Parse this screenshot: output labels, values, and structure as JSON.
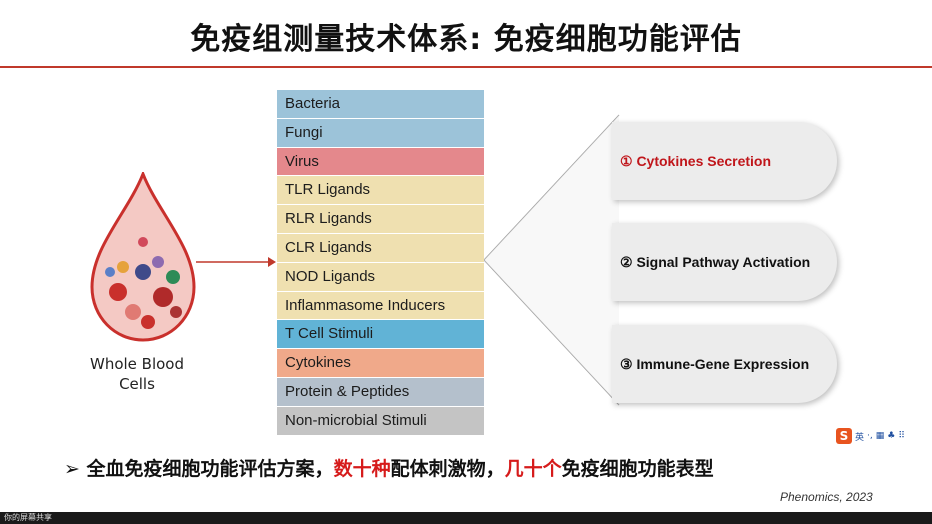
{
  "slide": {
    "title": "免疫组测量技术体系: 免疫细胞功能评估",
    "blood_label": "Whole Blood\nCells",
    "stimuli": [
      {
        "label": "Bacteria",
        "color": "#9cc3d9"
      },
      {
        "label": "Fungi",
        "color": "#9cc3d9"
      },
      {
        "label": "Virus",
        "color": "#e4888c"
      },
      {
        "label": "TLR Ligands",
        "color": "#efe0b0"
      },
      {
        "label": "RLR Ligands",
        "color": "#efe0b0"
      },
      {
        "label": "CLR Ligands",
        "color": "#efe0b0"
      },
      {
        "label": "NOD Ligands",
        "color": "#efe0b0"
      },
      {
        "label": "Inflammasome Inducers",
        "color": "#efe0b0"
      },
      {
        "label": "T Cell Stimuli",
        "color": "#61b3d6"
      },
      {
        "label": "Cytokines",
        "color": "#f0a98a"
      },
      {
        "label": "Protein & Peptides",
        "color": "#b4c0cc"
      },
      {
        "label": "Non-microbial Stimuli",
        "color": "#c4c4c4"
      }
    ],
    "outcomes": [
      {
        "label": "① Cytokines Secretion",
        "color": "#c0161b"
      },
      {
        "label": "② Signal Pathway Activation",
        "color": "#111111"
      },
      {
        "label": "③ Immune-Gene Expression",
        "color": "#111111"
      }
    ],
    "bullet": {
      "marker": "➢",
      "part1": "全血免疫细胞功能评估方案，",
      "hl1": "数十种",
      "part2": "配体刺激物，",
      "hl2": "几十个",
      "part3": "免疫细胞功能表型"
    },
    "citation": "Phenomics, 2023"
  },
  "ime": {
    "logo": "S",
    "items": [
      "英",
      "·,",
      "▦",
      "♣",
      "⠿"
    ]
  },
  "taskbar": {
    "text": "你的屏幕共享"
  },
  "colors": {
    "title_rule": "#c0392b",
    "highlight": "#d61b1b",
    "drop": "#d9534f"
  }
}
